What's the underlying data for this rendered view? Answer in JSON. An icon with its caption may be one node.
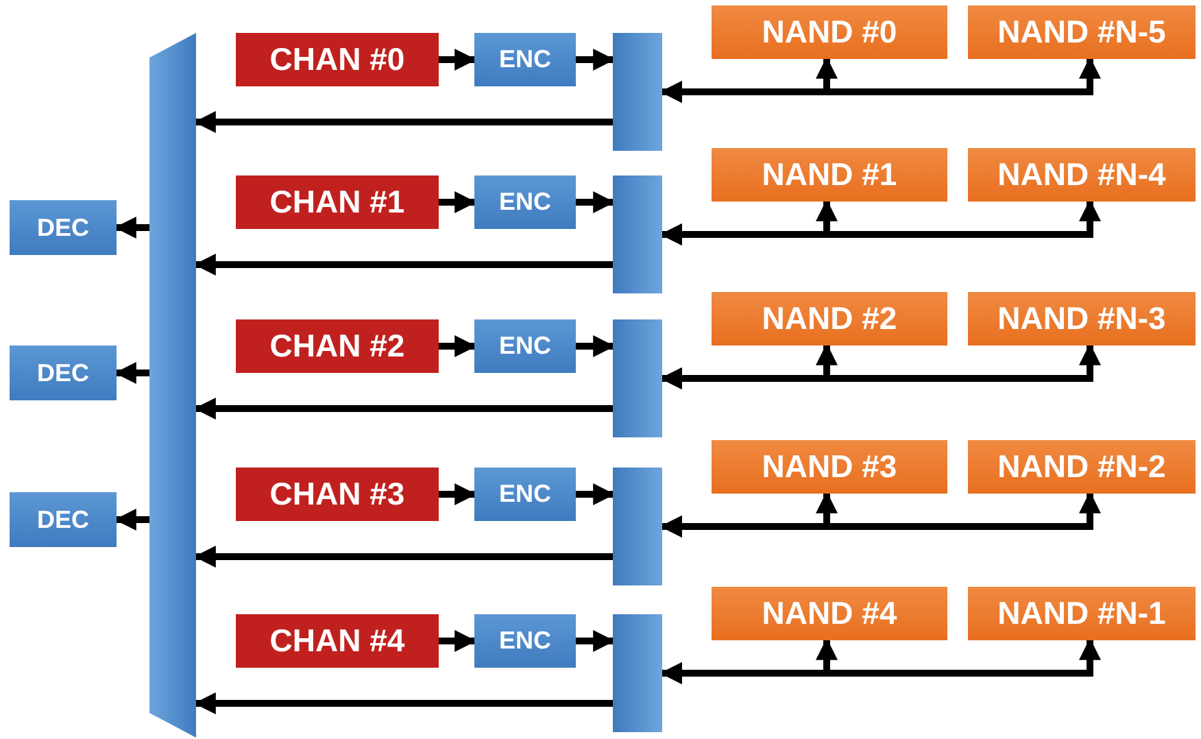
{
  "diagram": {
    "nodes": [
      {
        "text": [],
        "shape": "trapezoid"
      },
      {
        "text": [
          "DEC"
        ]
      },
      {
        "text": [
          "DEC"
        ]
      },
      {
        "text": [
          "DEC"
        ]
      },
      {
        "text": [
          "CHAN #0"
        ]
      },
      {
        "text": [
          "ENC"
        ]
      },
      {
        "text": [],
        "shape": "bar"
      },
      {
        "text": [
          "NAND #0"
        ]
      },
      {
        "text": [
          "NAND #N-5"
        ]
      },
      {
        "text": [
          "CHAN #1"
        ]
      },
      {
        "text": [
          "ENC"
        ]
      },
      {
        "text": [],
        "shape": "bar"
      },
      {
        "text": [
          "NAND #1"
        ]
      },
      {
        "text": [
          "NAND #N-4"
        ]
      },
      {
        "text": [
          "CHAN #2"
        ]
      },
      {
        "text": [
          "ENC"
        ]
      },
      {
        "text": [],
        "shape": "bar"
      },
      {
        "text": [
          "NAND #2"
        ]
      },
      {
        "text": [
          "NAND #N-3"
        ]
      },
      {
        "text": [
          "CHAN #3"
        ]
      },
      {
        "text": [
          "ENC"
        ]
      },
      {
        "text": [],
        "shape": "bar"
      },
      {
        "text": [
          "NAND #3"
        ]
      },
      {
        "text": [
          "NAND #N-2"
        ]
      },
      {
        "text": [
          "CHAN #4"
        ]
      },
      {
        "text": [
          "ENC"
        ]
      },
      {
        "text": [],
        "shape": "bar"
      },
      {
        "text": [
          "NAND #4"
        ]
      },
      {
        "text": [
          "NAND #N-1"
        ]
      }
    ],
    "edges": [
      {
        "from": 0,
        "to": 1,
        "arrow": "to"
      },
      {
        "from": 0,
        "to": 2,
        "arrow": "to"
      },
      {
        "from": 0,
        "to": 3,
        "arrow": "to"
      },
      {
        "from": 4,
        "to": 5,
        "arrow": "to"
      },
      {
        "from": 5,
        "to": 6,
        "arrow": "to"
      },
      {
        "from": 6,
        "to": 0,
        "arrow": "to"
      },
      {
        "from": 7,
        "to": 6,
        "arrow": "both"
      },
      {
        "from": 8,
        "to": 6,
        "arrow": "both"
      },
      {
        "from": 9,
        "to": 10,
        "arrow": "to"
      },
      {
        "from": 10,
        "to": 11,
        "arrow": "to"
      },
      {
        "from": 11,
        "to": 0,
        "arrow": "to"
      },
      {
        "from": 12,
        "to": 11,
        "arrow": "both"
      },
      {
        "from": 13,
        "to": 11,
        "arrow": "both"
      },
      {
        "from": 14,
        "to": 15,
        "arrow": "to"
      },
      {
        "from": 15,
        "to": 16,
        "arrow": "to"
      },
      {
        "from": 16,
        "to": 0,
        "arrow": "to"
      },
      {
        "from": 17,
        "to": 16,
        "arrow": "both"
      },
      {
        "from": 18,
        "to": 16,
        "arrow": "both"
      },
      {
        "from": 19,
        "to": 20,
        "arrow": "to"
      },
      {
        "from": 20,
        "to": 21,
        "arrow": "to"
      },
      {
        "from": 21,
        "to": 0,
        "arrow": "to"
      },
      {
        "from": 22,
        "to": 21,
        "arrow": "both"
      },
      {
        "from": 23,
        "to": 21,
        "arrow": "both"
      },
      {
        "from": 24,
        "to": 25,
        "arrow": "to"
      },
      {
        "from": 25,
        "to": 26,
        "arrow": "to"
      },
      {
        "from": 26,
        "to": 0,
        "arrow": "to"
      },
      {
        "from": 27,
        "to": 26,
        "arrow": "both"
      },
      {
        "from": 28,
        "to": 26,
        "arrow": "both"
      }
    ]
  }
}
